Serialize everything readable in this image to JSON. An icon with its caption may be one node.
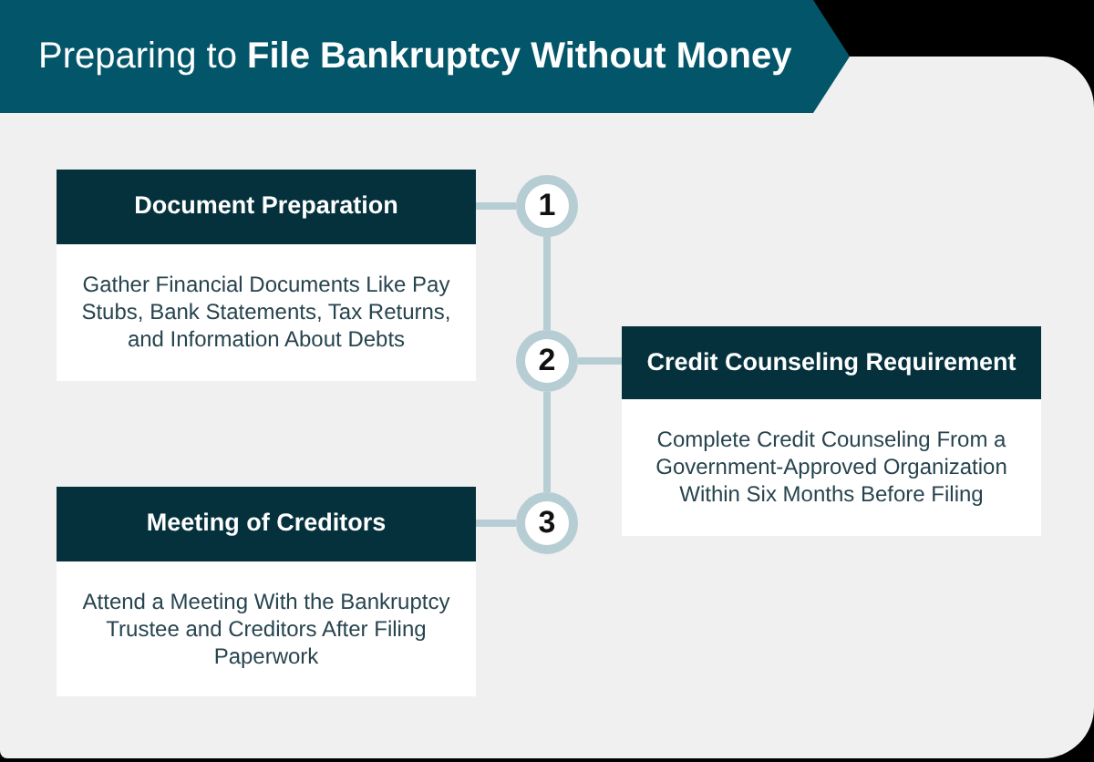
{
  "diagram": {
    "title": "Preparing to **File Bankruptcy Without Money**",
    "nodes": [
      {
        "text": [
          "Document Preparation",
          "Gather Financial Documents Like Pay Stubs, Bank Statements, Tax Returns, and Information About Debts"
        ]
      },
      {
        "text": [
          "1"
        ]
      },
      {
        "text": [
          "2"
        ]
      },
      {
        "text": [
          "Credit Counseling Requirement",
          "Complete Credit Counseling From a Government-Approved Organization Within Six Months Before Filing"
        ]
      },
      {
        "text": [
          "3"
        ]
      },
      {
        "text": [
          "Meeting of Creditors",
          "Attend a Meeting With the Bankruptcy Trustee and Creditors After Filing Paperwork"
        ]
      }
    ],
    "edges": [
      {
        "from": 0,
        "to": 1,
        "arrow": "none"
      },
      {
        "from": 1,
        "to": 2,
        "arrow": "none"
      },
      {
        "from": 2,
        "to": 3,
        "arrow": "none"
      },
      {
        "from": 2,
        "to": 4,
        "arrow": "none"
      },
      {
        "from": 4,
        "to": 5,
        "arrow": "none"
      }
    ]
  }
}
